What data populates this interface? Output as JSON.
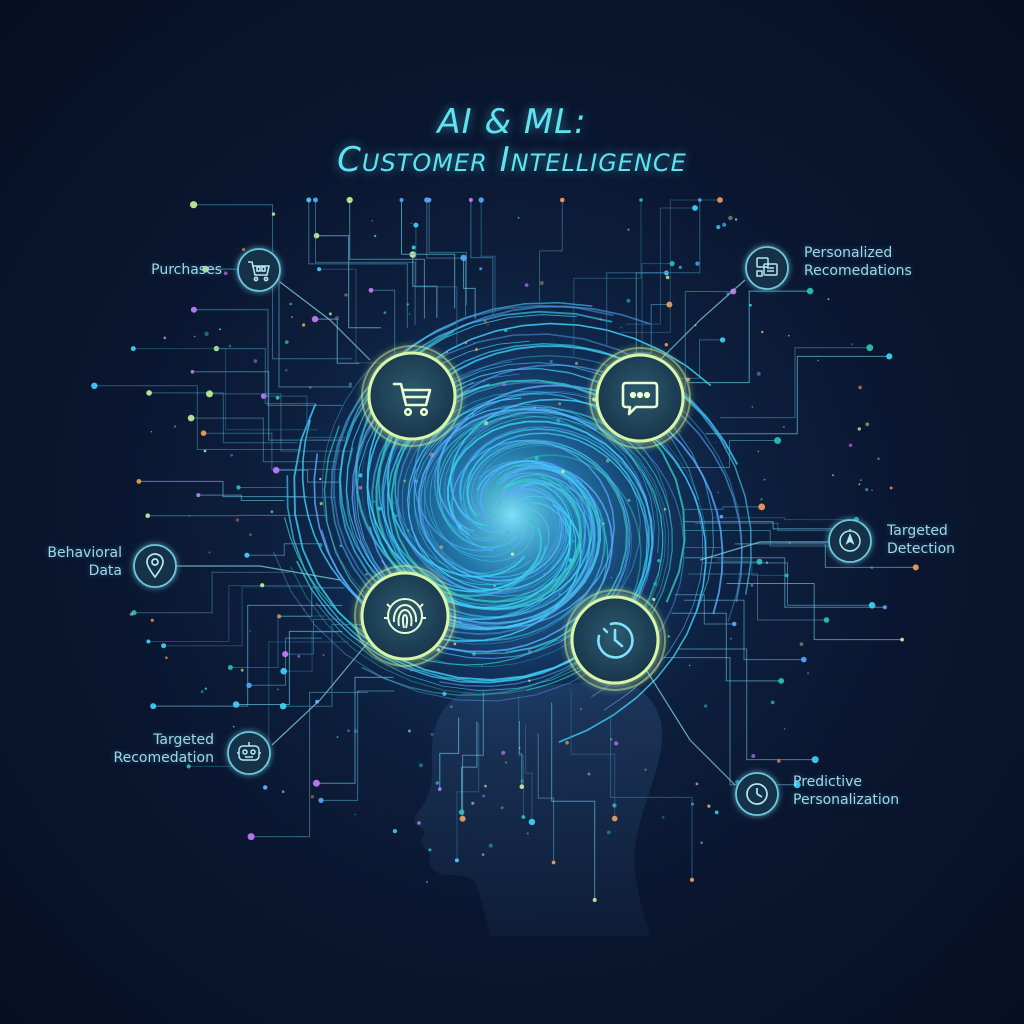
{
  "title": {
    "line1": "AI & ML:",
    "line2": "Customer Intelligence"
  },
  "colors": {
    "background": "#0a1428",
    "title": "#5fe3f0",
    "node_glow": "#c8f59a",
    "node_fill": "#23425a",
    "accent_cyan": "#3fd6ff",
    "accent_teal": "#2ec4b6",
    "accent_orange": "#f5a25d",
    "accent_purple": "#c77dff",
    "head_silhouette": "#1b3354"
  },
  "outer_labels": [
    {
      "id": "purchases",
      "lines": [
        "Purchases"
      ],
      "icon": "shopping-cart-icon"
    },
    {
      "id": "personalized",
      "lines": [
        "Personalized",
        "Recomedations"
      ],
      "icon": "recommendation-cards-icon"
    },
    {
      "id": "behavioral",
      "lines": [
        "Behavioral",
        "Data"
      ],
      "icon": "location-pin-icon"
    },
    {
      "id": "targeted-detection",
      "lines": [
        "Targeted",
        "Detection"
      ],
      "icon": "target-compass-icon"
    },
    {
      "id": "targeted-recommendation",
      "lines": [
        "Targeted",
        "Recomedation"
      ],
      "icon": "robot-face-icon"
    },
    {
      "id": "predictive",
      "lines": [
        "Predictive",
        "Personalization"
      ],
      "icon": "clock-icon"
    }
  ],
  "inner_nodes": [
    {
      "id": "cart",
      "icon": "shopping-cart-icon"
    },
    {
      "id": "chat",
      "icon": "chat-bubble-icon"
    },
    {
      "id": "brain",
      "icon": "brain-fingerprint-icon"
    },
    {
      "id": "timer",
      "icon": "timer-icon"
    }
  ]
}
